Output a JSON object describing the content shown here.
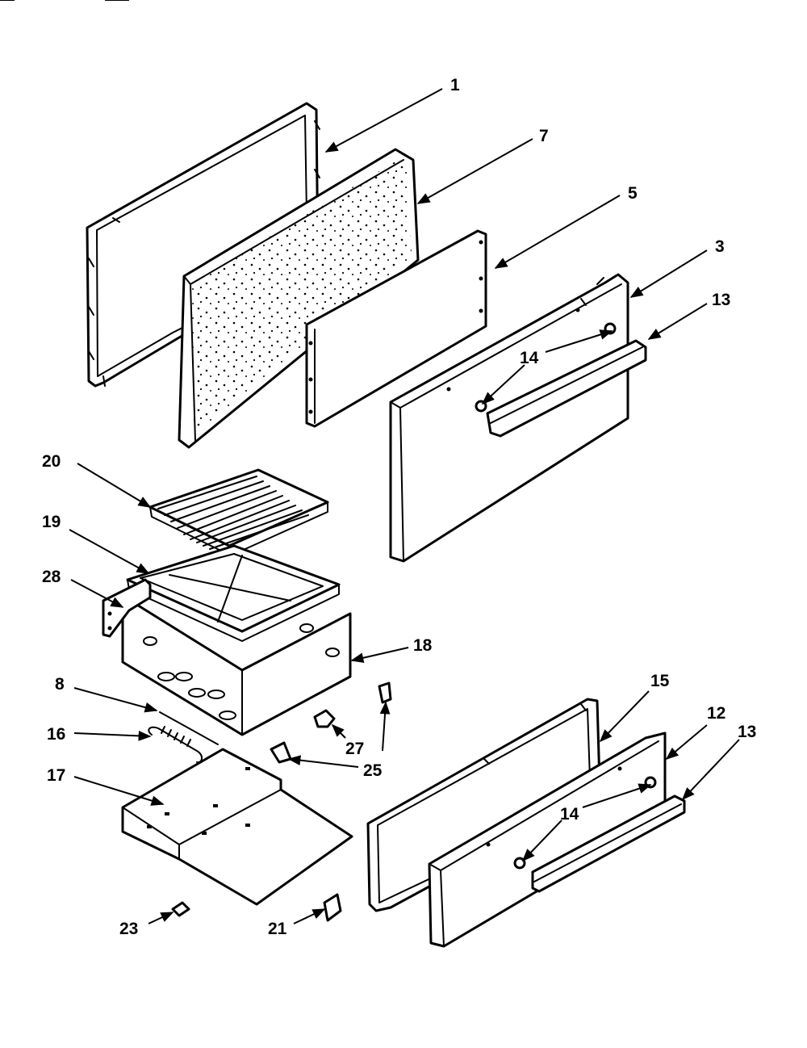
{
  "diagram": {
    "callouts": [
      {
        "id": "c1",
        "label": "1"
      },
      {
        "id": "c7",
        "label": "7"
      },
      {
        "id": "c5",
        "label": "5"
      },
      {
        "id": "c3",
        "label": "3"
      },
      {
        "id": "c13a",
        "label": "13"
      },
      {
        "id": "c14a",
        "label": "14"
      },
      {
        "id": "c20",
        "label": "20"
      },
      {
        "id": "c19",
        "label": "19"
      },
      {
        "id": "c28",
        "label": "28"
      },
      {
        "id": "c18",
        "label": "18"
      },
      {
        "id": "c8",
        "label": "8"
      },
      {
        "id": "c16",
        "label": "16"
      },
      {
        "id": "c17",
        "label": "17"
      },
      {
        "id": "c27",
        "label": "27"
      },
      {
        "id": "c25",
        "label": "25"
      },
      {
        "id": "c15",
        "label": "15"
      },
      {
        "id": "c12",
        "label": "12"
      },
      {
        "id": "c13b",
        "label": "13"
      },
      {
        "id": "c14b",
        "label": "14"
      },
      {
        "id": "c23",
        "label": "23"
      },
      {
        "id": "c21",
        "label": "21"
      }
    ]
  }
}
